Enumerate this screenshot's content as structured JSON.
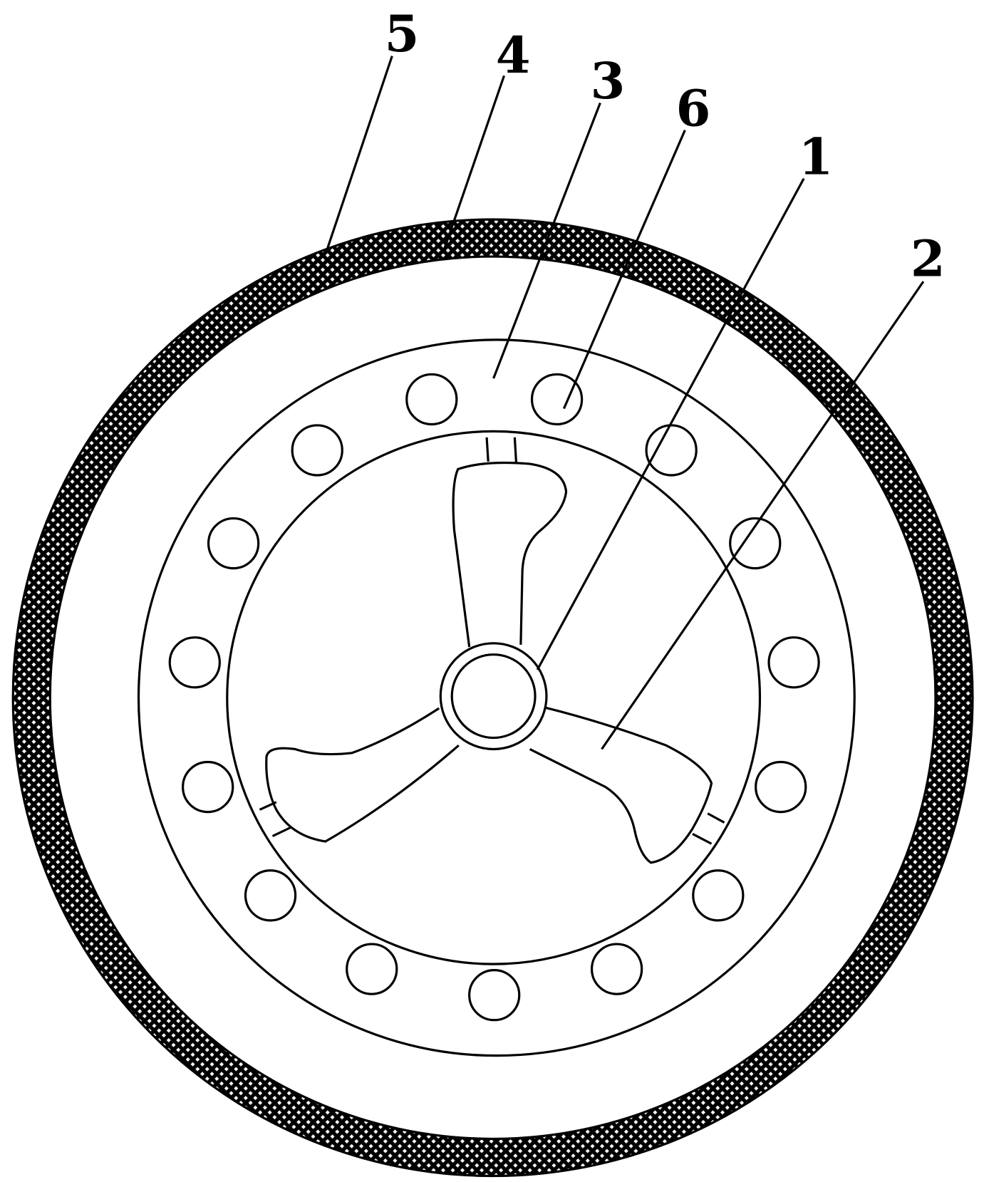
{
  "diagram": {
    "labels": [
      {
        "id": "5",
        "text": "5"
      },
      {
        "id": "4",
        "text": "4"
      },
      {
        "id": "3",
        "text": "3"
      },
      {
        "id": "6",
        "text": "6"
      },
      {
        "id": "1",
        "text": "1"
      },
      {
        "id": "2",
        "text": "2"
      }
    ],
    "hole_count": 15,
    "blade_count": 3
  }
}
